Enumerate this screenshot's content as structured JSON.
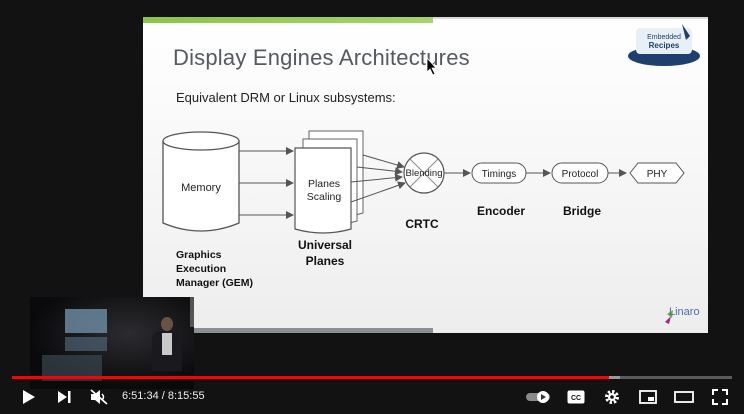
{
  "slide": {
    "title": "Display Engines Architectures",
    "subtitle": "Equivalent DRM or Linux subsystems:",
    "diagram": {
      "memory": "Memory",
      "gem_line1": "Graphics",
      "gem_line2": "Execution",
      "gem_line3": "Manager (GEM)",
      "planes_line1": "Planes",
      "planes_line2": "Scaling",
      "universal_line1": "Universal",
      "universal_line2": "Planes",
      "blending": "Blending",
      "crtc": "CRTC",
      "timings": "Timings",
      "encoder": "Encoder",
      "protocol": "Protocol",
      "bridge": "Bridge",
      "phy": "PHY"
    },
    "conference_logo_line1": "Embedded",
    "conference_logo_line2": "Recipes",
    "linaro": "Linaro"
  },
  "player": {
    "time_current": "6:51:34",
    "time_separator": " / ",
    "time_total": "8:15:55",
    "progress_fraction": 0.8295,
    "buffer_fraction": 0.845
  },
  "colors": {
    "progress": "#ff0000",
    "accent_green": "#8bc34a"
  },
  "icons": {
    "play": "play-icon",
    "next": "next-icon",
    "mute": "volume-muted-icon",
    "autoplay": "autoplay-toggle-icon",
    "captions": "cc-icon",
    "settings": "gear-icon",
    "miniplayer": "miniplayer-icon",
    "theater": "theater-icon",
    "fullscreen": "fullscreen-icon"
  }
}
